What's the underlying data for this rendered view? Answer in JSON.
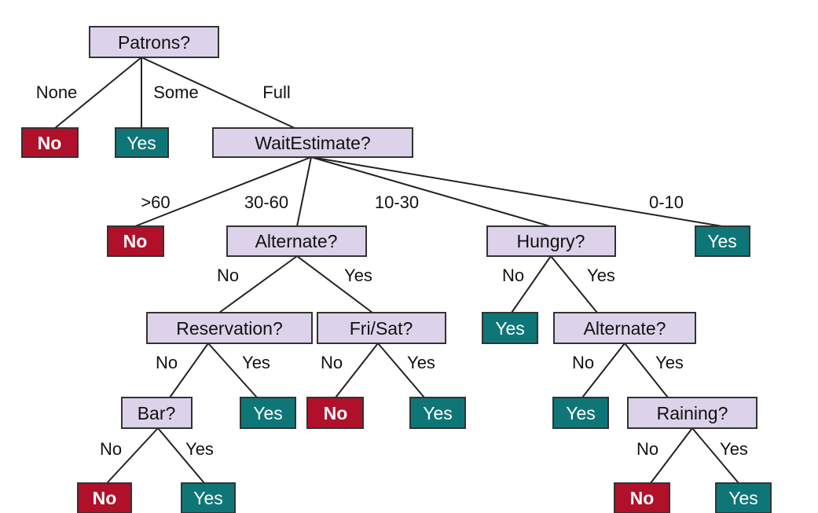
{
  "nodes": {
    "patrons": "Patrons?",
    "wait_estimate": "WaitEstimate?",
    "alternate_1": "Alternate?",
    "hungry": "Hungry?",
    "reservation": "Reservation?",
    "fri_sat": "Fri/Sat?",
    "alternate_2": "Alternate?",
    "bar": "Bar?",
    "raining": "Raining?"
  },
  "leaves": {
    "patrons_none": "No",
    "patrons_some": "Yes",
    "wait_gt60": "No",
    "wait_0_10": "Yes",
    "hungry_no": "Yes",
    "reservation_yes": "Yes",
    "frisat_no": "No",
    "frisat_yes": "Yes",
    "alternate2_no": "Yes",
    "bar_no": "No",
    "bar_yes": "Yes",
    "raining_no": "No",
    "raining_yes": "Yes"
  },
  "edge_labels": {
    "patrons_none": "None",
    "patrons_some": "Some",
    "patrons_full": "Full",
    "wait_gt60": ">60",
    "wait_30_60": "30-60",
    "wait_10_30": "10-30",
    "wait_0_10": "0-10",
    "alternate1_no": "No",
    "alternate1_yes": "Yes",
    "hungry_no": "No",
    "hungry_yes": "Yes",
    "reservation_no": "No",
    "reservation_yes": "Yes",
    "frisat_no": "No",
    "frisat_yes": "Yes",
    "alternate2_no": "No",
    "alternate2_yes": "Yes",
    "bar_no": "No",
    "bar_yes": "Yes",
    "raining_no": "No",
    "raining_yes": "Yes"
  },
  "colors": {
    "attribute_fill": "#dcd3ea",
    "no_fill": "#b0102a",
    "yes_fill": "#0f7677"
  }
}
